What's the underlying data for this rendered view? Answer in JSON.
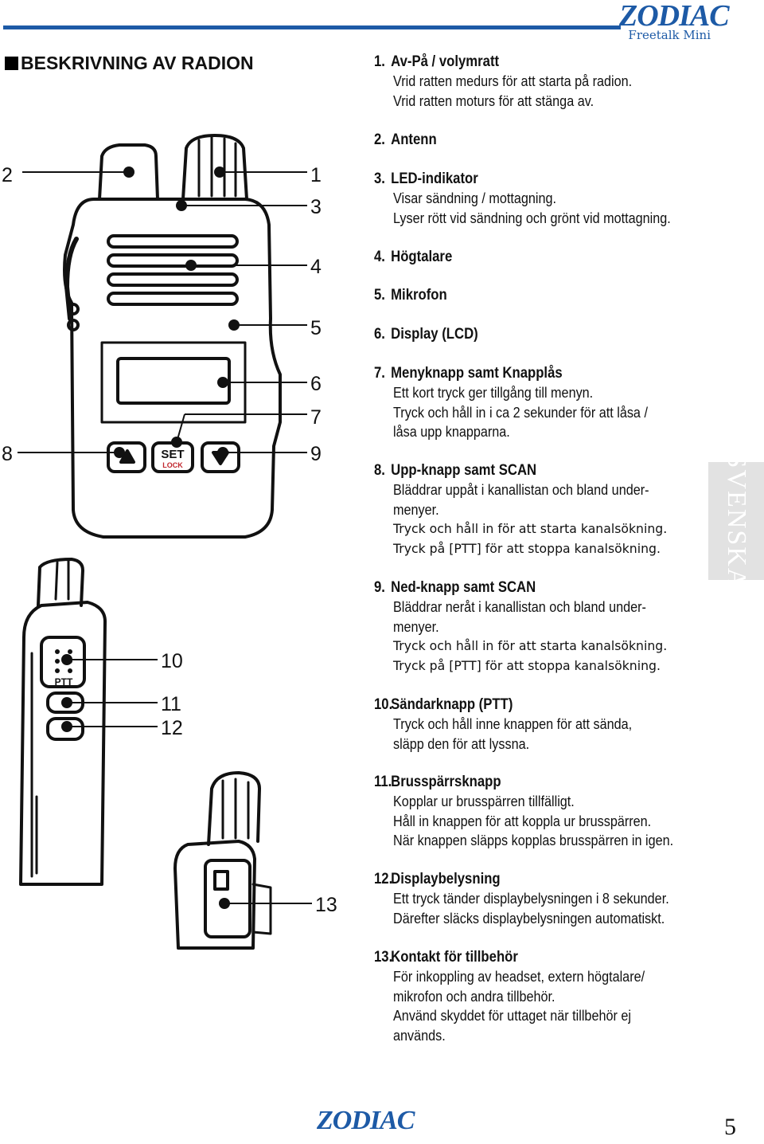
{
  "header": {
    "brand": "ZODIAC",
    "product": "Freetalk Mini"
  },
  "section_title": "BESKRIVNING AV RADION",
  "callouts": [
    "1",
    "2",
    "3",
    "4",
    "5",
    "6",
    "7",
    "8",
    "9",
    "10",
    "11",
    "12",
    "13"
  ],
  "device_labels": {
    "set": "SET",
    "lock": "LOCK",
    "ptt": "PTT"
  },
  "items": [
    {
      "num": "1.",
      "title": "Av-På / volymratt",
      "lines": [
        "Vrid ratten medurs för att starta på radion.",
        "Vrid ratten moturs för att stänga av."
      ]
    },
    {
      "num": "2.",
      "title": "Antenn",
      "lines": []
    },
    {
      "num": "3.",
      "title": "LED-indikator",
      "lines": [
        "Visar sändning / mottagning.",
        "Lyser rött vid sändning och grönt vid mottagning."
      ]
    },
    {
      "num": "4.",
      "title": "Högtalare",
      "lines": []
    },
    {
      "num": "5.",
      "title": "Mikrofon",
      "lines": []
    },
    {
      "num": "6.",
      "title": "Display (LCD)",
      "lines": []
    },
    {
      "num": "7.",
      "title": "Menyknapp samt Knapplås",
      "lines": [
        "Ett kort tryck ger tillgång till menyn.",
        "Tryck och håll in i ca 2 sekunder för att låsa /",
        "låsa upp knapparna."
      ]
    },
    {
      "num": "8.",
      "title": "Upp-knapp samt SCAN",
      "lines": [
        "Bläddrar uppåt i kanallistan och bland under-",
        "menyer."
      ],
      "extra": [
        "Tryck och håll in för att starta kanalsökning.",
        "Tryck på [PTT] för att stoppa kanalsökning."
      ]
    },
    {
      "num": "9.",
      "title": "Ned-knapp samt SCAN",
      "lines": [
        "Bläddrar neråt i kanallistan och bland under-",
        "menyer."
      ],
      "extra": [
        "Tryck och håll in för att starta kanalsökning.",
        "Tryck på [PTT] för att stoppa kanalsökning."
      ]
    },
    {
      "num": "10.",
      "title": "Sändarknapp (PTT)",
      "lines": [
        "Tryck och håll inne knappen för att sända,",
        "släpp den för att lyssna."
      ]
    },
    {
      "num": "11.",
      "title": "Brusspärrsknapp",
      "lines": [
        "Kopplar ur brusspärren tillfälligt.",
        "Håll in knappen för att koppla ur brusspärren.",
        "När knappen släpps kopplas brusspärren in igen."
      ]
    },
    {
      "num": "12.",
      "title": "Displaybelysning",
      "lines": [
        "Ett tryck tänder displaybelysningen i 8 sekunder.",
        "Därefter släcks displaybelysningen automatiskt."
      ]
    },
    {
      "num": "13.",
      "title": "Kontakt för tillbehör",
      "lines": [
        "För inkoppling av headset, extern högtalare/",
        "mikrofon och andra tillbehör.",
        "Använd skyddet för uttaget när tillbehör ej",
        "används."
      ]
    }
  ],
  "side_tab": "SVENSKA",
  "footer": {
    "brand": "ZODIAC",
    "page_number": "5"
  }
}
